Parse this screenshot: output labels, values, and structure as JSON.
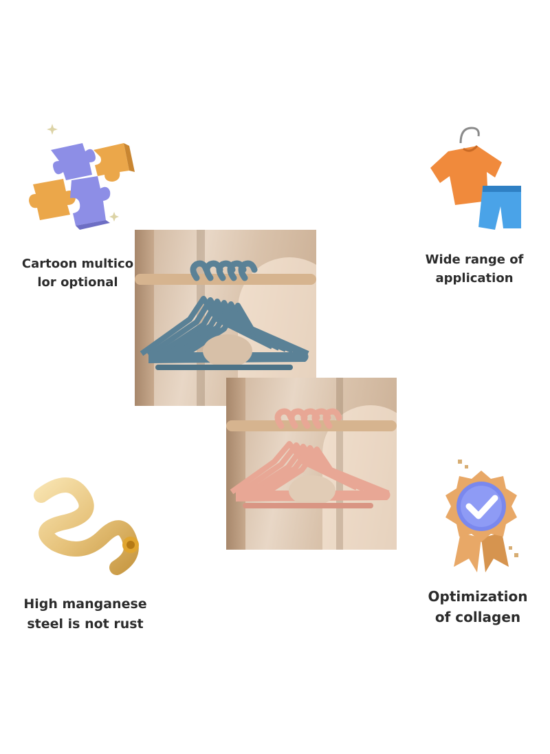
{
  "features": [
    {
      "id": "cartoon",
      "lines": [
        "Cartoon multico",
        "lor optional"
      ],
      "icon": "puzzle-icon"
    },
    {
      "id": "range",
      "lines": [
        "Wide range of",
        "application"
      ],
      "icon": "clothes-icon"
    },
    {
      "id": "steel",
      "lines": [
        "High manganese",
        "steel is not rust"
      ],
      "icon": "spring-coil-icon"
    },
    {
      "id": "collagen",
      "lines": [
        "Optimization",
        "of collagen"
      ],
      "icon": "check-badge-icon"
    }
  ],
  "colors": {
    "hanger_blue": "#5a8196",
    "hanger_pink": "#e8a795",
    "rod": "#d6b48f",
    "puzzle_purple": "#8d8ee6",
    "puzzle_orange": "#eba74a",
    "shirt_orange": "#f08a3c",
    "shorts_blue": "#4aa3e8",
    "spring_gold": "#e6c27a",
    "badge_blue": "#7a88ee",
    "badge_orange": "#e8a867"
  }
}
